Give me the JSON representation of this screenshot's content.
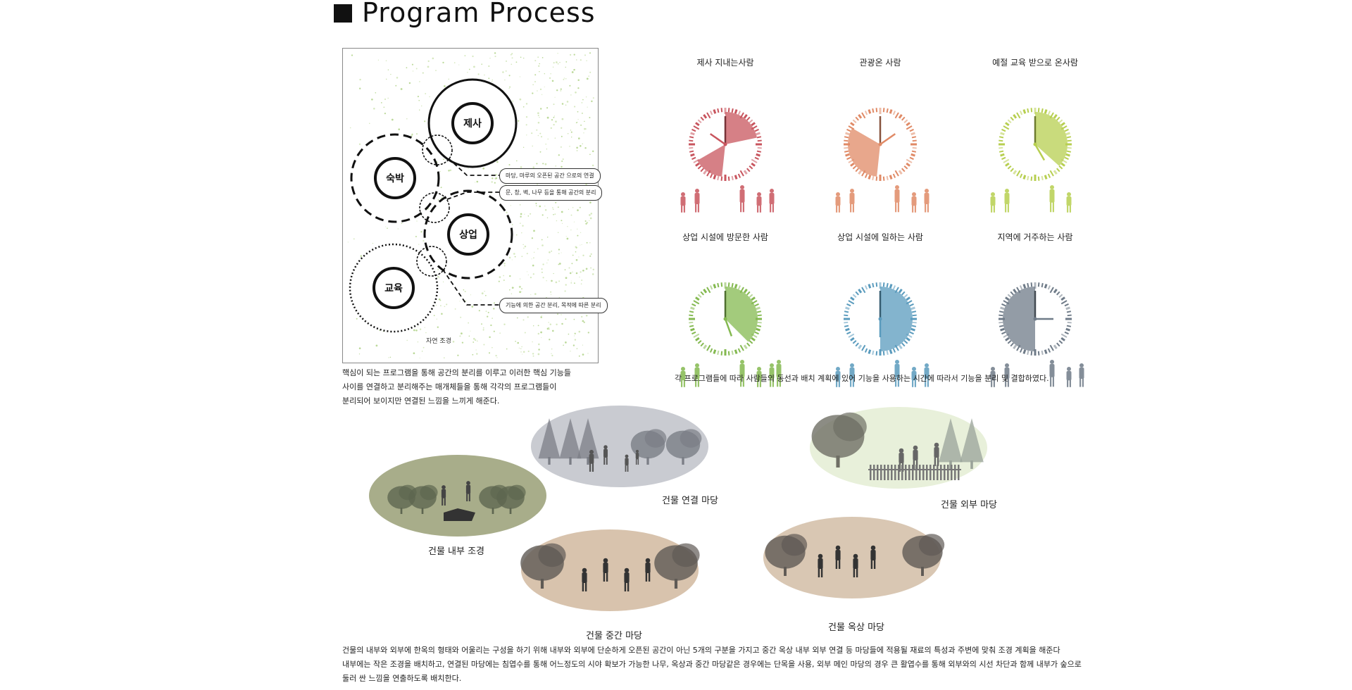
{
  "header": {
    "title": "Program Process"
  },
  "program_diagram": {
    "circles": {
      "jesa": "제사",
      "sukbak": "숙박",
      "sangeop": "상업",
      "gyoyuk": "교육"
    },
    "tags": [
      "마당, 마루의 오픈된 공간 으로의 연결",
      "문, 창, 벽, 나무 등을 통해 공간의 분리",
      "기능에 의한 공간 분리, 목적에 따른 분리"
    ],
    "bottom_label": "자연 조경"
  },
  "left_paragraph": [
    "핵심이 되는 프로그램을 통해 공간의 분리를 이루고 이러한 핵심 기능들",
    "사이를 연결하고 분리해주는 매개체들을 통해 각각의 프로그램들이",
    "분리되어 보이지만 연결된 느낌을 느끼게 해준다."
  ],
  "clocks": [
    {
      "title": "제사 지내는사람",
      "color": "#c8555e",
      "sectors": [
        [
          0,
          2.6
        ],
        [
          6.2,
          8.0
        ]
      ],
      "hour_angle_deg": 305
    },
    {
      "title": "관광온 사람",
      "color": "#e08a66",
      "sectors": [
        [
          6.2,
          10.0
        ]
      ],
      "hour_angle_deg": 55
    },
    {
      "title": "예절 교육 받으로 온사람",
      "color": "#b7cf50",
      "sectors": [
        [
          0,
          4.4
        ]
      ],
      "hour_angle_deg": 150
    },
    {
      "title": "상업 시설에 방문한 사람",
      "color": "#84b950",
      "sectors": [
        [
          0,
          4.5
        ]
      ],
      "hour_angle_deg": 160
    },
    {
      "title": "상업 시설에 일하는 사람",
      "color": "#5a9bbd",
      "sectors": [
        [
          0,
          6.0
        ]
      ],
      "hour_angle_deg": 180
    },
    {
      "title": "지역에 거주하는 사람",
      "color": "#6f7b88",
      "sectors": [
        [
          6.0,
          12.0
        ]
      ],
      "hour_angle_deg": 90
    }
  ],
  "right_caption": "각 프로그램들에 따라 사람들의 동선과 배치 계획에 있어 기능을 사용하는 시간에 따라서 기능을 분리 및 결합하였다.",
  "areas": [
    {
      "label": "건물 연결 마당",
      "color": "#c9cbd1"
    },
    {
      "label": "건물 외부 마당",
      "color": "#e8f0da"
    },
    {
      "label": "건물 내부 조경",
      "color": "#a8ad8a"
    },
    {
      "label": "건물 중간 마당",
      "color": "#d8c3ad"
    },
    {
      "label": "건물 옥상 마당",
      "color": "#d9c7b3"
    }
  ],
  "bottom_paragraph": [
    "건물의 내부와 외부에 한옥의 형태와 어울리는 구성을 하기 위해 내부와 외부에 단순하게 오픈된 공간이 아닌 5개의 구분을 가지고 중간 옥상 내부 외부 연결 등 마당들에 적용될 재료의 특성과 주변에 맞춰 조경 계획을 해준다",
    "내부에는 작은 조경을 배치하고, 연결된 마당에는 침엽수를 통해 어느정도의 시야 확보가 가능한 나무, 옥상과 중간 마당같은 경우에는 단목을 사용, 외부 메인 마당의 경우 큰 활엽수를 통해 외부와의 시선 차단과 함께 내부가 숲으로",
    "둘러 싼 느낌을 연출하도록 배치한다."
  ]
}
